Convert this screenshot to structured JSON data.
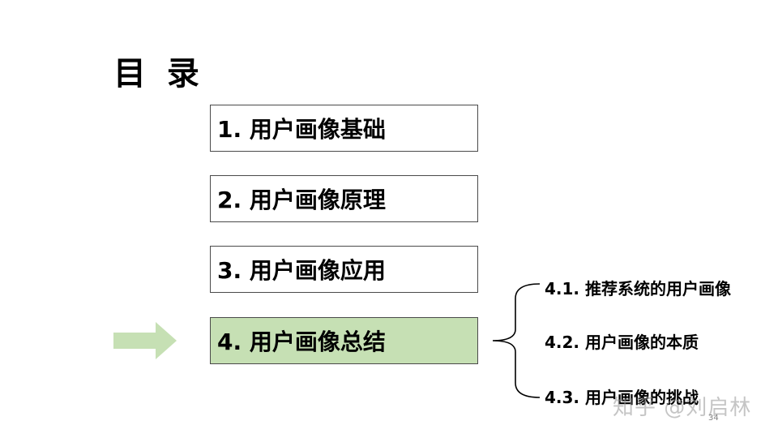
{
  "slide": {
    "title": "目 录",
    "toc": [
      {
        "label": "1. 用户画像基础",
        "active": false
      },
      {
        "label": "2. 用户画像原理",
        "active": false
      },
      {
        "label": "3. 用户画像应用",
        "active": false
      },
      {
        "label": "4. 用户画像总结",
        "active": true
      }
    ],
    "subsections": [
      {
        "label": "4.1. 推荐系统的用户画像"
      },
      {
        "label": "4.2. 用户画像的本质"
      },
      {
        "label": "4.3. 用户画像的挑战"
      }
    ],
    "watermark": "知乎 @刘启林",
    "page_number": "34",
    "icons": {
      "pointer": "right-arrow-icon",
      "group": "left-brace-icon"
    },
    "colors": {
      "active_fill": "#c6e0b4",
      "arrow_fill": "#c6e0b4",
      "box_border": "#4a4a4a"
    }
  }
}
